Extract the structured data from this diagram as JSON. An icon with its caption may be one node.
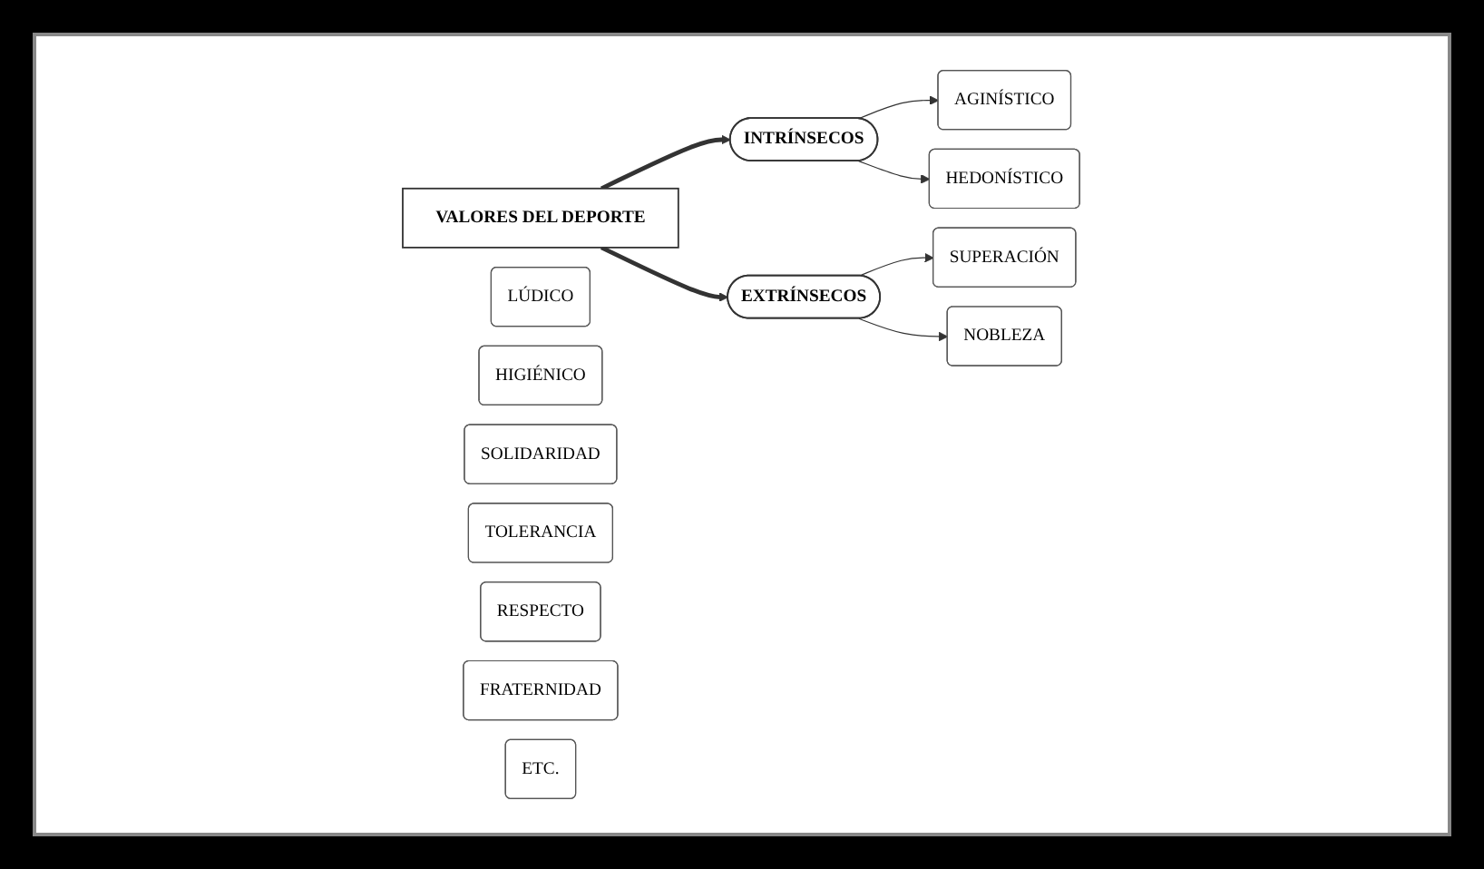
{
  "diagram": {
    "nodes": [
      {
        "text": [
          "VALORES DEL DEPORTE"
        ]
      },
      {
        "text": [
          "INTRÍNSECOS"
        ]
      },
      {
        "text": [
          "EXTRÍNSECOS"
        ]
      },
      {
        "text": [
          "LÚDICO"
        ]
      },
      {
        "text": [
          "AGINÍSTICO"
        ]
      },
      {
        "text": [
          "HEDONÍSTICO"
        ]
      },
      {
        "text": [
          "HIGIÉNICO"
        ]
      },
      {
        "text": [
          "SOLIDARIDAD"
        ]
      },
      {
        "text": [
          "TOLERANCIA"
        ]
      },
      {
        "text": [
          "RESPECTO"
        ]
      },
      {
        "text": [
          "SUPERACIÓN"
        ]
      },
      {
        "text": [
          "FRATERNIDAD"
        ]
      },
      {
        "text": [
          "NOBLEZA"
        ]
      },
      {
        "text": [
          "ETC."
        ]
      }
    ],
    "edges": [
      {
        "from": 0,
        "to": 1,
        "arrow": "to",
        "style": "thick"
      },
      {
        "from": 0,
        "to": 2,
        "arrow": "to",
        "style": "thick"
      },
      {
        "from": 1,
        "to": 4,
        "arrow": "to"
      },
      {
        "from": 1,
        "to": 5,
        "arrow": "to"
      },
      {
        "from": 2,
        "to": 10,
        "arrow": "to"
      },
      {
        "from": 2,
        "to": 12,
        "arrow": "to"
      }
    ]
  }
}
